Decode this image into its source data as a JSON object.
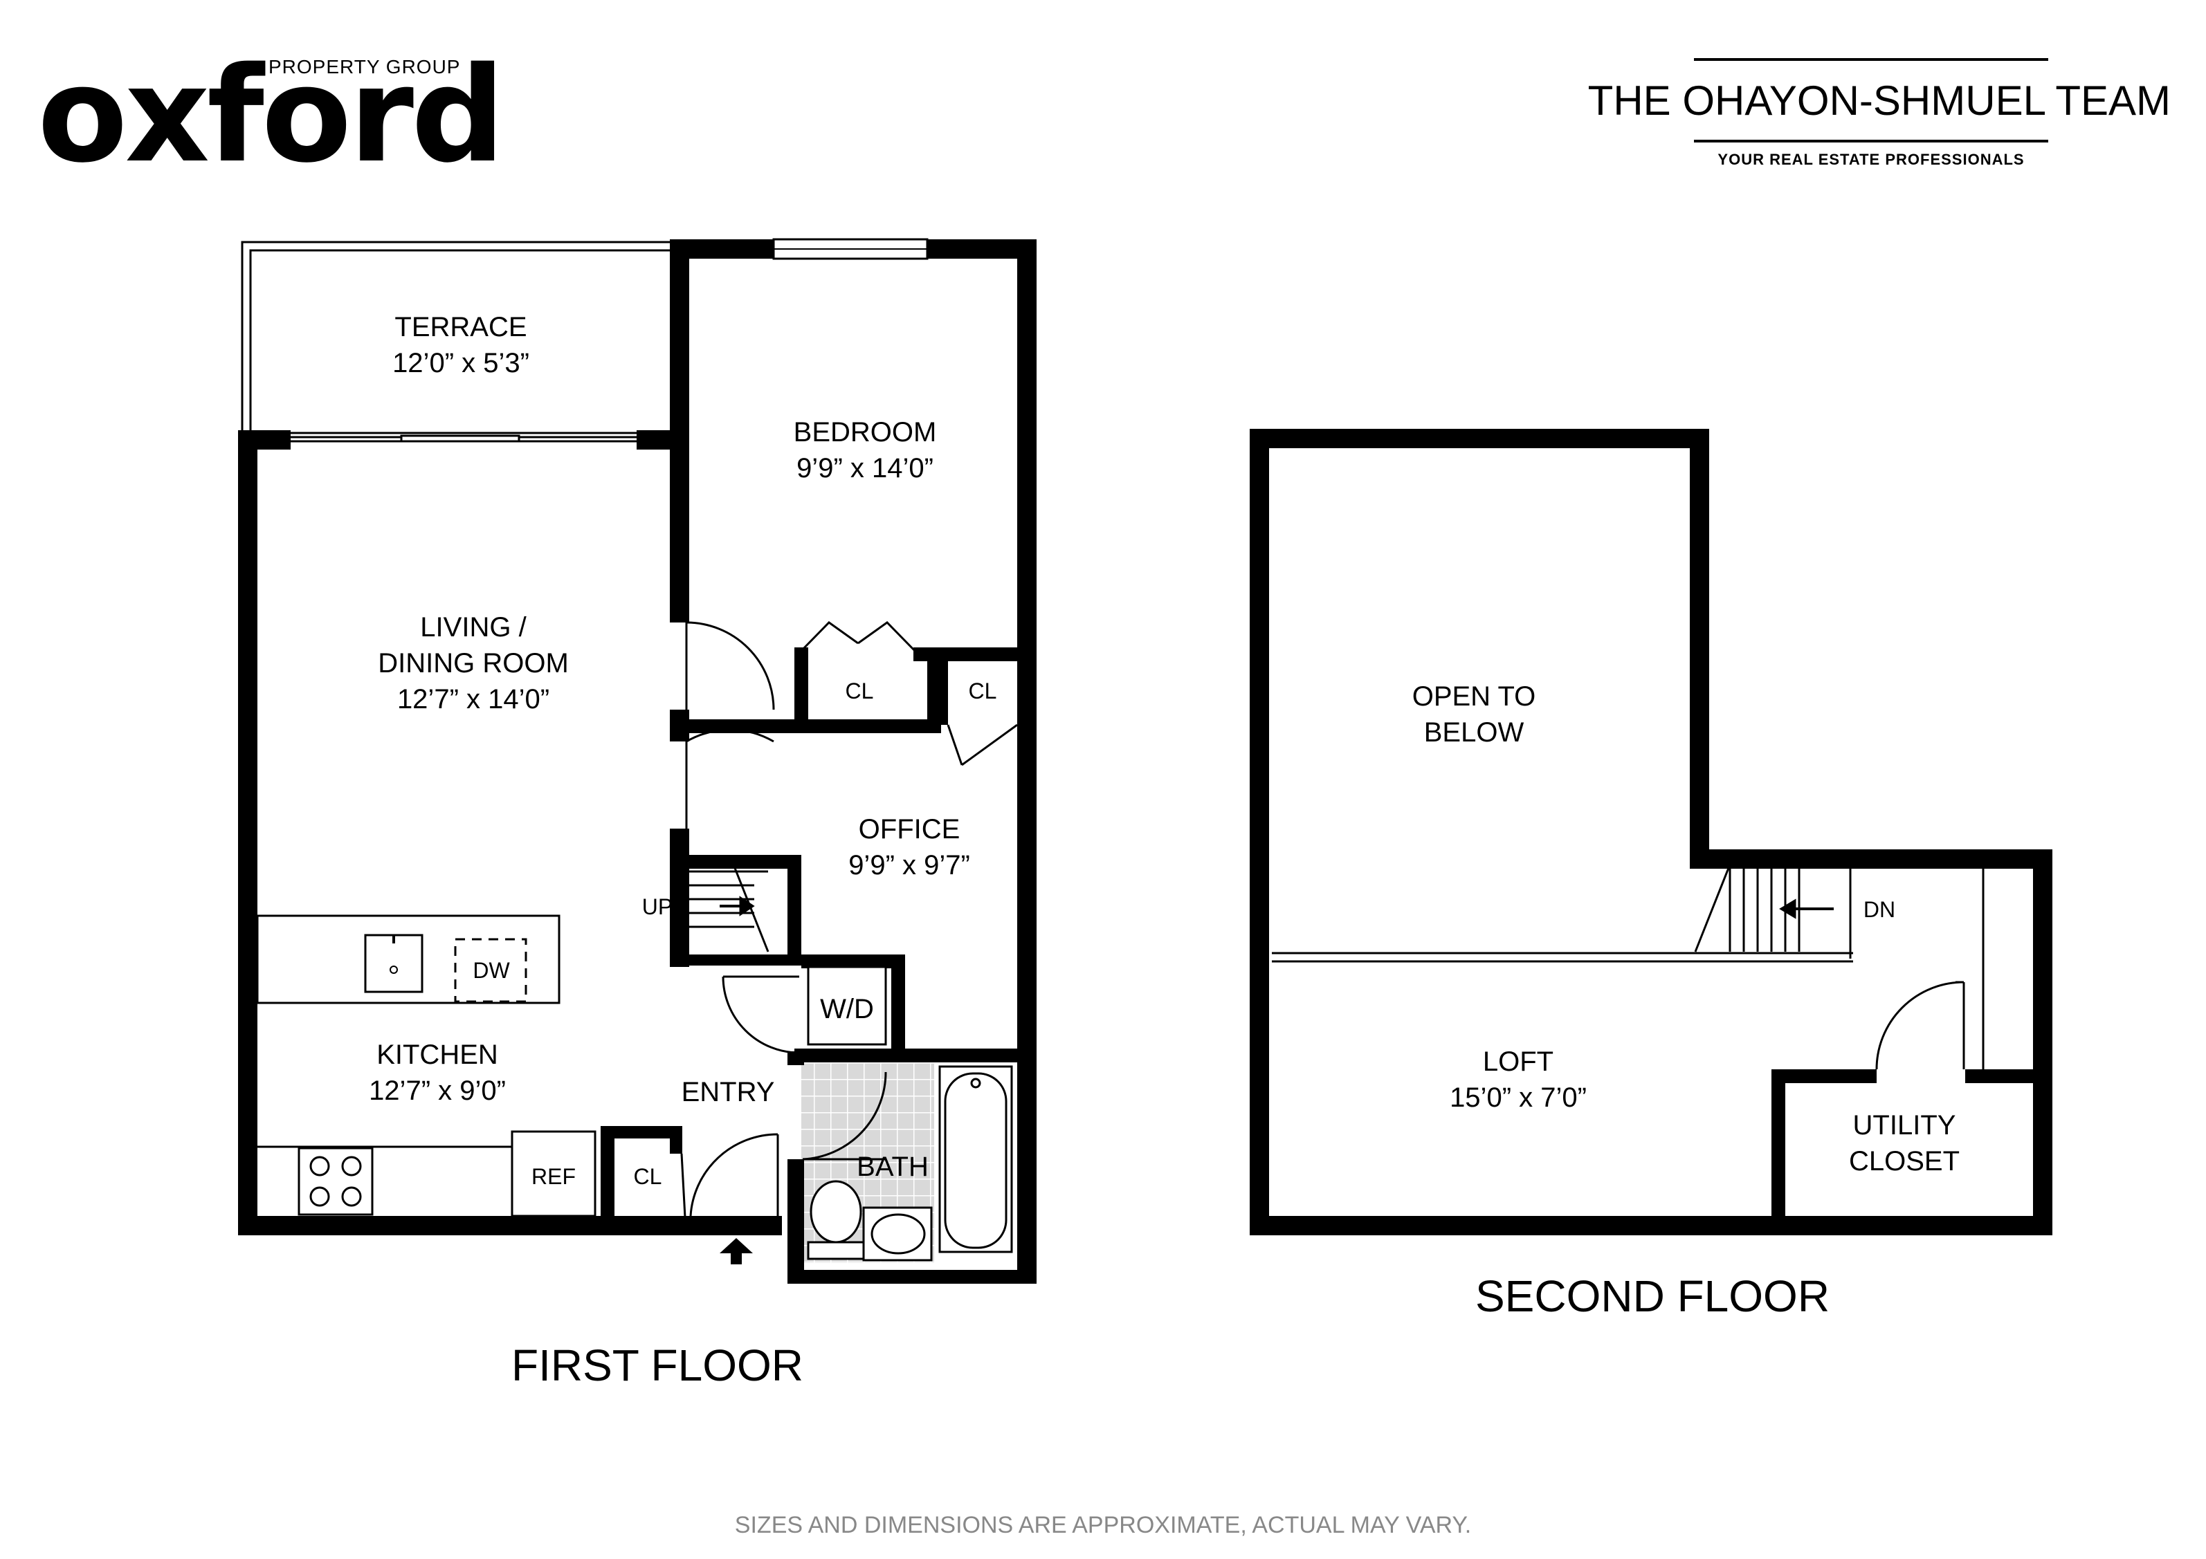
{
  "brand": {
    "logo_word": "oxford",
    "logo_sub": "PROPERTY GROUP",
    "team_name": "THE OHAYON-SHMUEL TEAM",
    "team_tagline": "YOUR REAL ESTATE PROFESSIONALS"
  },
  "first_floor": {
    "title": "FIRST FLOOR",
    "terrace": {
      "name": "TERRACE",
      "dims": "12’0” x 5’3”"
    },
    "bedroom": {
      "name": "BEDROOM",
      "dims": "9’9” x 14’0”"
    },
    "living": {
      "name_line1": "LIVING /",
      "name_line2": "DINING ROOM",
      "dims": "12’7” x 14’0”"
    },
    "office": {
      "name": "OFFICE",
      "dims": "9’9” x 9’7”"
    },
    "kitchen": {
      "name": "KITCHEN",
      "dims": "12’7” x 9’0”"
    },
    "entry": "ENTRY",
    "bath": "BATH",
    "closet": "CL",
    "washer_dryer": "W/D",
    "dishwasher": "DW",
    "refrigerator": "REF",
    "stairs_up": "UP"
  },
  "second_floor": {
    "title": "SECOND FLOOR",
    "open_line1": "OPEN TO",
    "open_line2": "BELOW",
    "loft": {
      "name": "LOFT",
      "dims": "15’0” x 7’0”"
    },
    "utility_line1": "UTILITY",
    "utility_line2": "CLOSET",
    "stairs_down": "DN"
  },
  "disclaimer": "SIZES AND DIMENSIONS ARE APPROXIMATE, ACTUAL MAY VARY.",
  "colors": {
    "wall": "#000000",
    "tile": "#d9d9d9",
    "disclaimer": "#888888"
  }
}
